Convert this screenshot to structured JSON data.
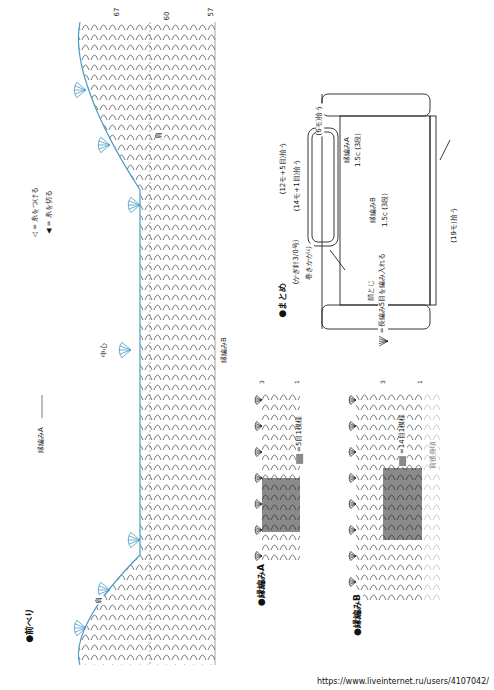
{
  "diagram": {
    "labels": [
      "●前べり",
      "67",
      "60",
      "57",
      "◁ = 糸をつける",
      "◀ = 糸を切る",
      "縁編みA",
      "中心",
      "肩",
      "肩",
      "縁編みB",
      "●まとめ",
      "(かぎ針3/0号)",
      "(6モ)拾う",
      "縁編みA",
      "1.5c (3段)",
      "縁編みB",
      "1.5c (3段)",
      "(12モ+5目)拾う",
      "(14モ+1目)拾う",
      "(19モ)拾う",
      "巻きかがり",
      "鎖とじ",
      "●縁編みA",
      "●縁編みB",
      "3",
      "1",
      "3",
      "1",
      "前後身頃",
      "https://www.liveinternet.ru/users/4107042/"
    ],
    "legend": [
      {
        "text": "=5目1模様",
        "color": "#8a8a8a"
      },
      {
        "text": "=14目1模様",
        "color": "#8a8a8a"
      },
      {
        "text": "=長編み5目を編み入れる"
      }
    ]
  }
}
